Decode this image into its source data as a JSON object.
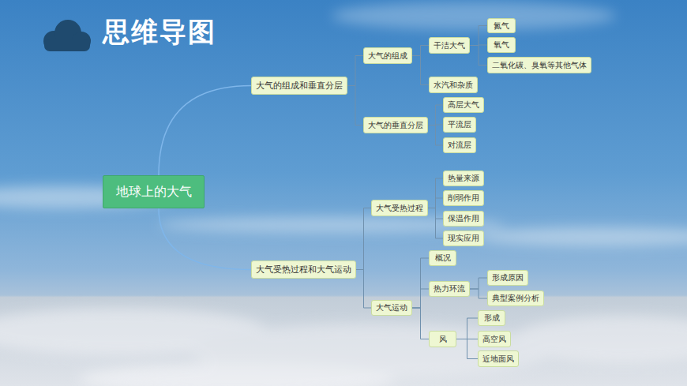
{
  "diagram": {
    "title": "思维导图",
    "nodes": [
      {
        "text": [
          "地球上的大气"
        ]
      },
      {
        "text": [
          "大气的组成和垂直分层"
        ]
      },
      {
        "text": [
          "大气的组成"
        ]
      },
      {
        "text": [
          "干洁大气"
        ]
      },
      {
        "text": [
          "氮气"
        ]
      },
      {
        "text": [
          "氧气"
        ]
      },
      {
        "text": [
          "二氧化碳、臭氧等其他气体"
        ]
      },
      {
        "text": [
          "水汽和杂质"
        ]
      },
      {
        "text": [
          "大气的垂直分层"
        ]
      },
      {
        "text": [
          "高层大气"
        ]
      },
      {
        "text": [
          "平流层"
        ]
      },
      {
        "text": [
          "对流层"
        ]
      },
      {
        "text": [
          "大气受热过程和大气运动"
        ]
      },
      {
        "text": [
          "大气受热过程"
        ]
      },
      {
        "text": [
          "热量来源"
        ]
      },
      {
        "text": [
          "削弱作用"
        ]
      },
      {
        "text": [
          "保温作用"
        ]
      },
      {
        "text": [
          "现实应用"
        ]
      },
      {
        "text": [
          "大气运动"
        ]
      },
      {
        "text": [
          "概况"
        ]
      },
      {
        "text": [
          "热力环流"
        ]
      },
      {
        "text": [
          "形成原因"
        ]
      },
      {
        "text": [
          "典型案例分析"
        ]
      },
      {
        "text": [
          "风"
        ]
      },
      {
        "text": [
          "形成"
        ]
      },
      {
        "text": [
          "高空风"
        ]
      },
      {
        "text": [
          "近地面风"
        ]
      }
    ],
    "edges": [
      {
        "from": 0,
        "to": 1,
        "arrow": "none"
      },
      {
        "from": 1,
        "to": 2,
        "arrow": "none"
      },
      {
        "from": 2,
        "to": 3,
        "arrow": "none"
      },
      {
        "from": 3,
        "to": 4,
        "arrow": "none"
      },
      {
        "from": 3,
        "to": 5,
        "arrow": "none"
      },
      {
        "from": 3,
        "to": 6,
        "arrow": "none"
      },
      {
        "from": 2,
        "to": 7,
        "arrow": "none"
      },
      {
        "from": 1,
        "to": 8,
        "arrow": "none"
      },
      {
        "from": 8,
        "to": 9,
        "arrow": "none"
      },
      {
        "from": 8,
        "to": 10,
        "arrow": "none"
      },
      {
        "from": 8,
        "to": 11,
        "arrow": "none"
      },
      {
        "from": 0,
        "to": 12,
        "arrow": "none"
      },
      {
        "from": 12,
        "to": 13,
        "arrow": "none"
      },
      {
        "from": 13,
        "to": 14,
        "arrow": "none"
      },
      {
        "from": 13,
        "to": 15,
        "arrow": "none"
      },
      {
        "from": 13,
        "to": 16,
        "arrow": "none"
      },
      {
        "from": 13,
        "to": 17,
        "arrow": "none"
      },
      {
        "from": 12,
        "to": 18,
        "arrow": "none"
      },
      {
        "from": 18,
        "to": 19,
        "arrow": "none"
      },
      {
        "from": 18,
        "to": 20,
        "arrow": "none"
      },
      {
        "from": 20,
        "to": 21,
        "arrow": "none"
      },
      {
        "from": 20,
        "to": 22,
        "arrow": "none"
      },
      {
        "from": 18,
        "to": 23,
        "arrow": "none"
      },
      {
        "from": 23,
        "to": 24,
        "arrow": "none"
      },
      {
        "from": 23,
        "to": 25,
        "arrow": "none"
      },
      {
        "from": 23,
        "to": 26,
        "arrow": "none"
      }
    ]
  }
}
